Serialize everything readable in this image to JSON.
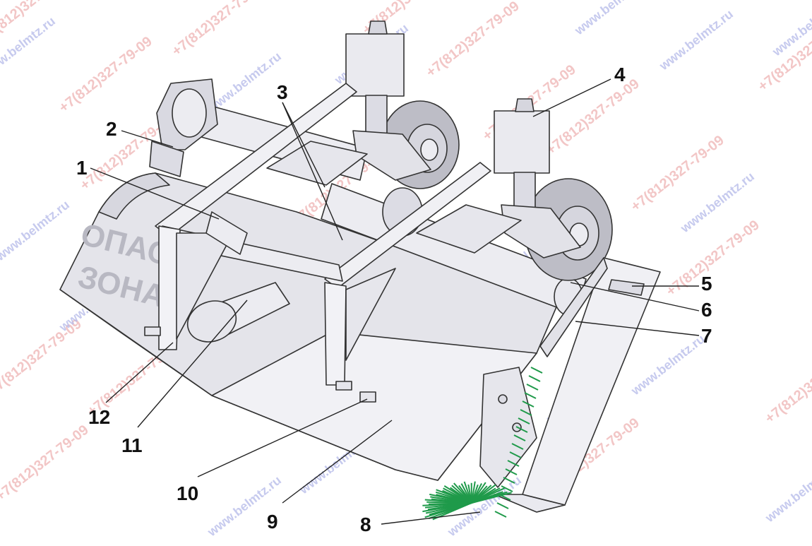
{
  "drawing": {
    "warning_text_line1": "ОПАСН",
    "warning_text_line2": "ЗОНА 1",
    "callouts": [
      "1",
      "2",
      "3",
      "4",
      "5",
      "6",
      "7",
      "8",
      "9",
      "10",
      "11",
      "12"
    ]
  },
  "watermarks": {
    "phone": "+7(812)327-79-09",
    "site": "www.belmtz.ru"
  },
  "colors": {
    "metal": "#e6e6ec",
    "metal_dark": "#c9c9d2",
    "tire": "#bdbdc6",
    "brush": "#1f9a4a",
    "watermark_red": "#f0b8b8",
    "watermark_blue": "#b9bdea"
  }
}
